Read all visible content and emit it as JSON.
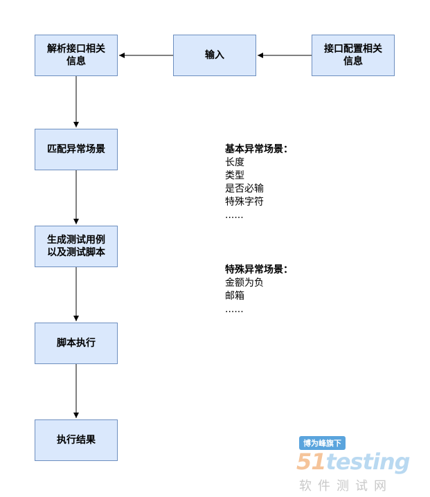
{
  "nodes": {
    "parse": "解析接口相关\n信息",
    "input": "输入",
    "config": "接口配置相关\n信息",
    "match": "匹配异常场景",
    "generate": "生成测试用例\n以及测试脚本",
    "execute": "脚本执行",
    "result": "执行结果"
  },
  "notes": {
    "basic": {
      "title": "基本异常场景：",
      "items": [
        "长度",
        "类型",
        "是否必输",
        "特殊字符",
        "......"
      ]
    },
    "special": {
      "title": "特殊异常场景：",
      "items": [
        "金额为负",
        "邮箱",
        "......"
      ]
    }
  },
  "watermark": {
    "badge": "博为峰旗下",
    "logo_num": "51",
    "logo_text": "testing",
    "subtitle": "软件测试网"
  },
  "colors": {
    "box_fill": "#dae8fc",
    "box_border": "#6c8ebf",
    "arrow": "#000000"
  }
}
